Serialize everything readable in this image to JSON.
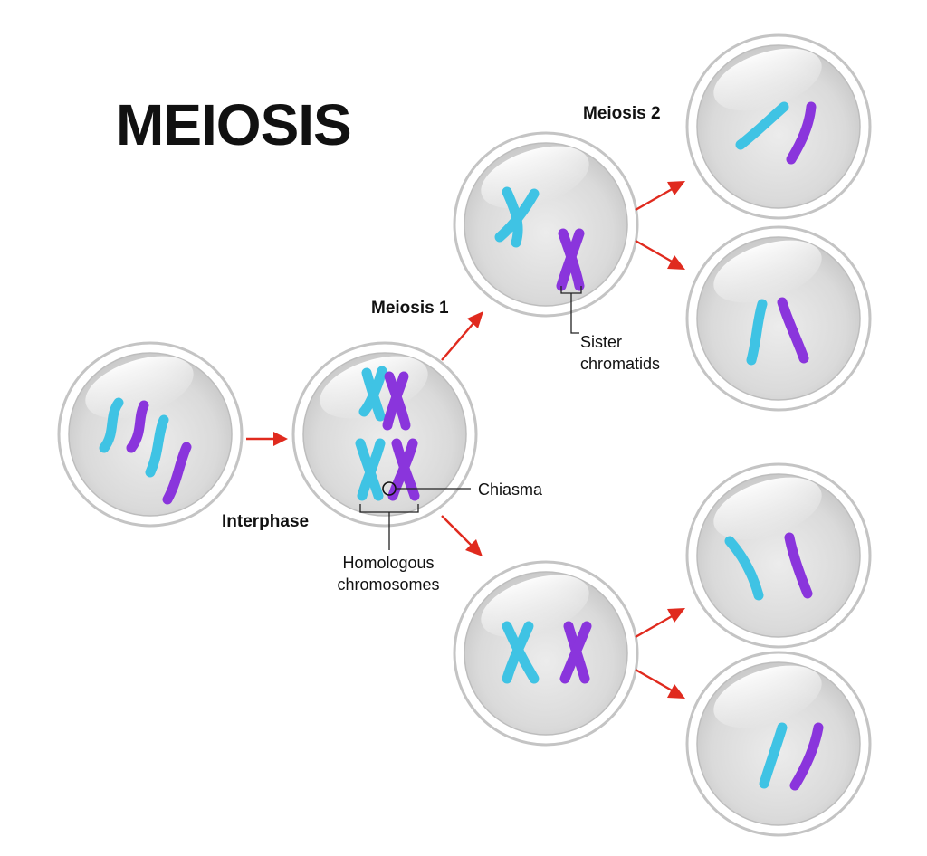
{
  "diagram": {
    "title": "MEIOSIS",
    "labels": {
      "meiosis1": "Meiosis 1",
      "meiosis2": "Meiosis 2",
      "interphase": "Interphase",
      "chiasma": "Chiasma",
      "sister_line1": "Sister",
      "sister_line2": "chromatids",
      "homologous_line1": "Homologous",
      "homologous_line2": "chromosomes"
    },
    "colors": {
      "chromosome_a": "#3fc3e4",
      "chromosome_b": "#8a35dc",
      "arrow": "#e02a1e",
      "cell_fill": "#dcdcdc",
      "cell_border": "#c8c8c8"
    }
  }
}
